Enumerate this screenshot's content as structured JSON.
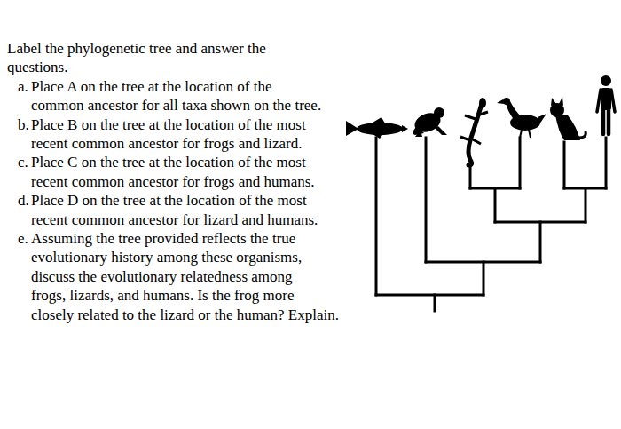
{
  "diagram": {
    "title": "Label the phylogenetic tree and answer the questions.",
    "labels": [
      "a.",
      "Place A on the tree at the location of the common ancestor for all taxa shown on the tree.",
      "b.",
      "Place B on the tree at the location of the most recent common ancestor for frogs and lizard.",
      "c.",
      "Place C on the tree at the location of the most recent common ancestor for frogs and humans.",
      "d.",
      "Place D on the tree at the location of the most recent common ancestor for lizard and humans.",
      "e.",
      "Assuming the tree provided reflects the true evolutionary history among these organisms, discuss the evolutionary relatedness among frogs, lizards, and humans. Is the frog more closely related to the lizard or the human? Explain."
    ]
  }
}
